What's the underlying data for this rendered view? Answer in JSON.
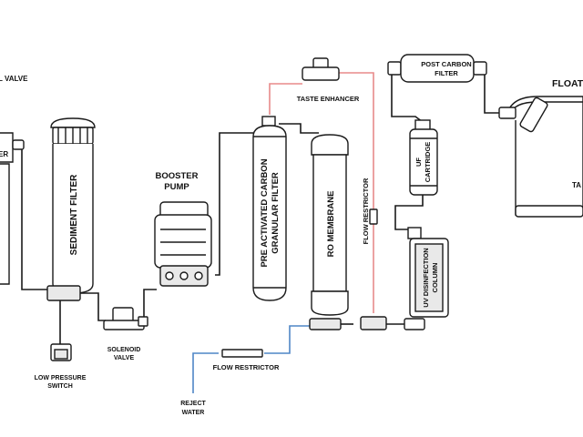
{
  "colors": {
    "line": "#1a1a1a",
    "product_tube": "#e88a8a",
    "reject_tube": "#4f86c6",
    "fill": "#ffffff",
    "shade": "#e9e9e9"
  },
  "labels": {
    "inlet_valve": "L VALVE",
    "prefilter": "ER",
    "sediment_filter": "SEDIMENT FILTER",
    "low_pressure_switch_1": "LOW PRESSURE",
    "low_pressure_switch_2": "SWITCH",
    "solenoid_valve_1": "SOLENOID",
    "solenoid_valve_2": "VALVE",
    "booster_pump_1": "BOOSTER",
    "booster_pump_2": "PUMP",
    "carbon_filter_1": "PRE ACTIVATED CARBON",
    "carbon_filter_2": "GRANULAR FILTER",
    "taste_enhancer": "TASTE ENHANCER",
    "ro_membrane": "RO MEMBRANE",
    "flow_restrictor_vertical": "FLOW RESTRICTOR",
    "flow_restrictor_horizontal": "FLOW RESTRICTOR",
    "reject_water_1": "REJECT",
    "reject_water_2": "WATER",
    "post_carbon_1": "POST CARBON",
    "post_carbon_2": "FILTER",
    "uf_cartridge_1": "UF",
    "uf_cartridge_2": "CARTRIDGE",
    "uv_column_1": "UV DISINFECTION",
    "uv_column_2": "COLUMN",
    "float_valve": "FLOAT",
    "tank": "TA"
  }
}
